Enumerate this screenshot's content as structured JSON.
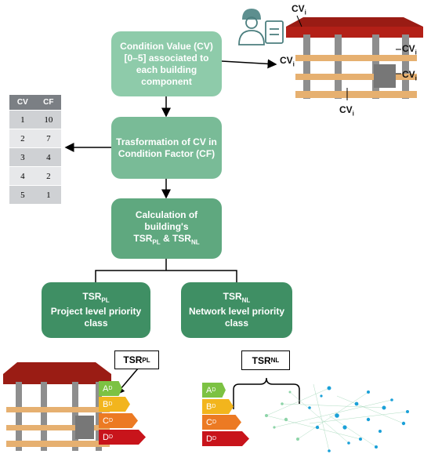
{
  "flow": {
    "box1": "Condition Value (CV)[0–5] associated to each building component",
    "box2": "Trasformation of CV in Condition Factor (CF)",
    "box3_line1": "Calculation of building's",
    "box3_tsr": "TSR",
    "box3_pl_sub": "PL",
    "box3_amp": " & ",
    "box3_nl_sub": "NL",
    "box4_tsr": "TSR",
    "box4_sub": "PL",
    "box4_line2": "Project level priority class",
    "box5_tsr": "TSR",
    "box5_sub": "NL",
    "box5_line2": "Network level priority class"
  },
  "cv_labels": {
    "cv": "CV",
    "sub": "i"
  },
  "table": {
    "headers": [
      "CV",
      "CF"
    ],
    "rows": [
      [
        "1",
        "10"
      ],
      [
        "2",
        "7"
      ],
      [
        "3",
        "4"
      ],
      [
        "4",
        "2"
      ],
      [
        "5",
        "1"
      ]
    ]
  },
  "tsr_pl_label": {
    "main": "TSR",
    "sub": "PL"
  },
  "tsr_nl_label": {
    "main": "TSR",
    "sub": "NL"
  },
  "classes": [
    {
      "letter": "A",
      "sub": "D",
      "color": "#7cc243"
    },
    {
      "letter": "B",
      "sub": "D",
      "color": "#f2b51d"
    },
    {
      "letter": "C",
      "sub": "D",
      "color": "#ec7a23"
    },
    {
      "letter": "D",
      "sub": "D",
      "color": "#c8141b"
    }
  ],
  "colors": {
    "box1": "#8ecbaa",
    "box2": "#79bb97",
    "box3": "#5fa87f",
    "box45": "#3f8f64"
  },
  "icons": [
    "inspector-icon",
    "building-icon",
    "network-graph-icon"
  ]
}
